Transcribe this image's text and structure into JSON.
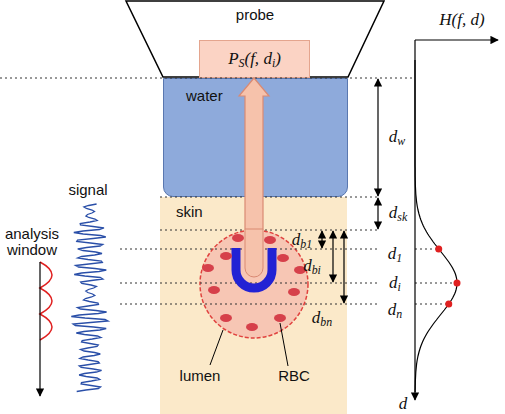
{
  "diagram": {
    "nodes": [
      {
        "text": [
          "probe"
        ]
      },
      {
        "text": [
          "PS(f, di)"
        ],
        "in": 0
      },
      {
        "text": [
          "water"
        ]
      },
      {
        "text": [
          "skin"
        ]
      },
      {
        "text": [
          "lumen"
        ],
        "in": 3
      }
    ],
    "edges": [
      {
        "from": 4,
        "to": 1,
        "arrow": "to"
      }
    ],
    "labels": [
      "signal",
      "analysis window",
      "dw",
      "dsk",
      "db1",
      "dbi",
      "dbn",
      "d1",
      "di",
      "dn",
      "H(f, d)",
      "d",
      "RBC"
    ]
  }
}
